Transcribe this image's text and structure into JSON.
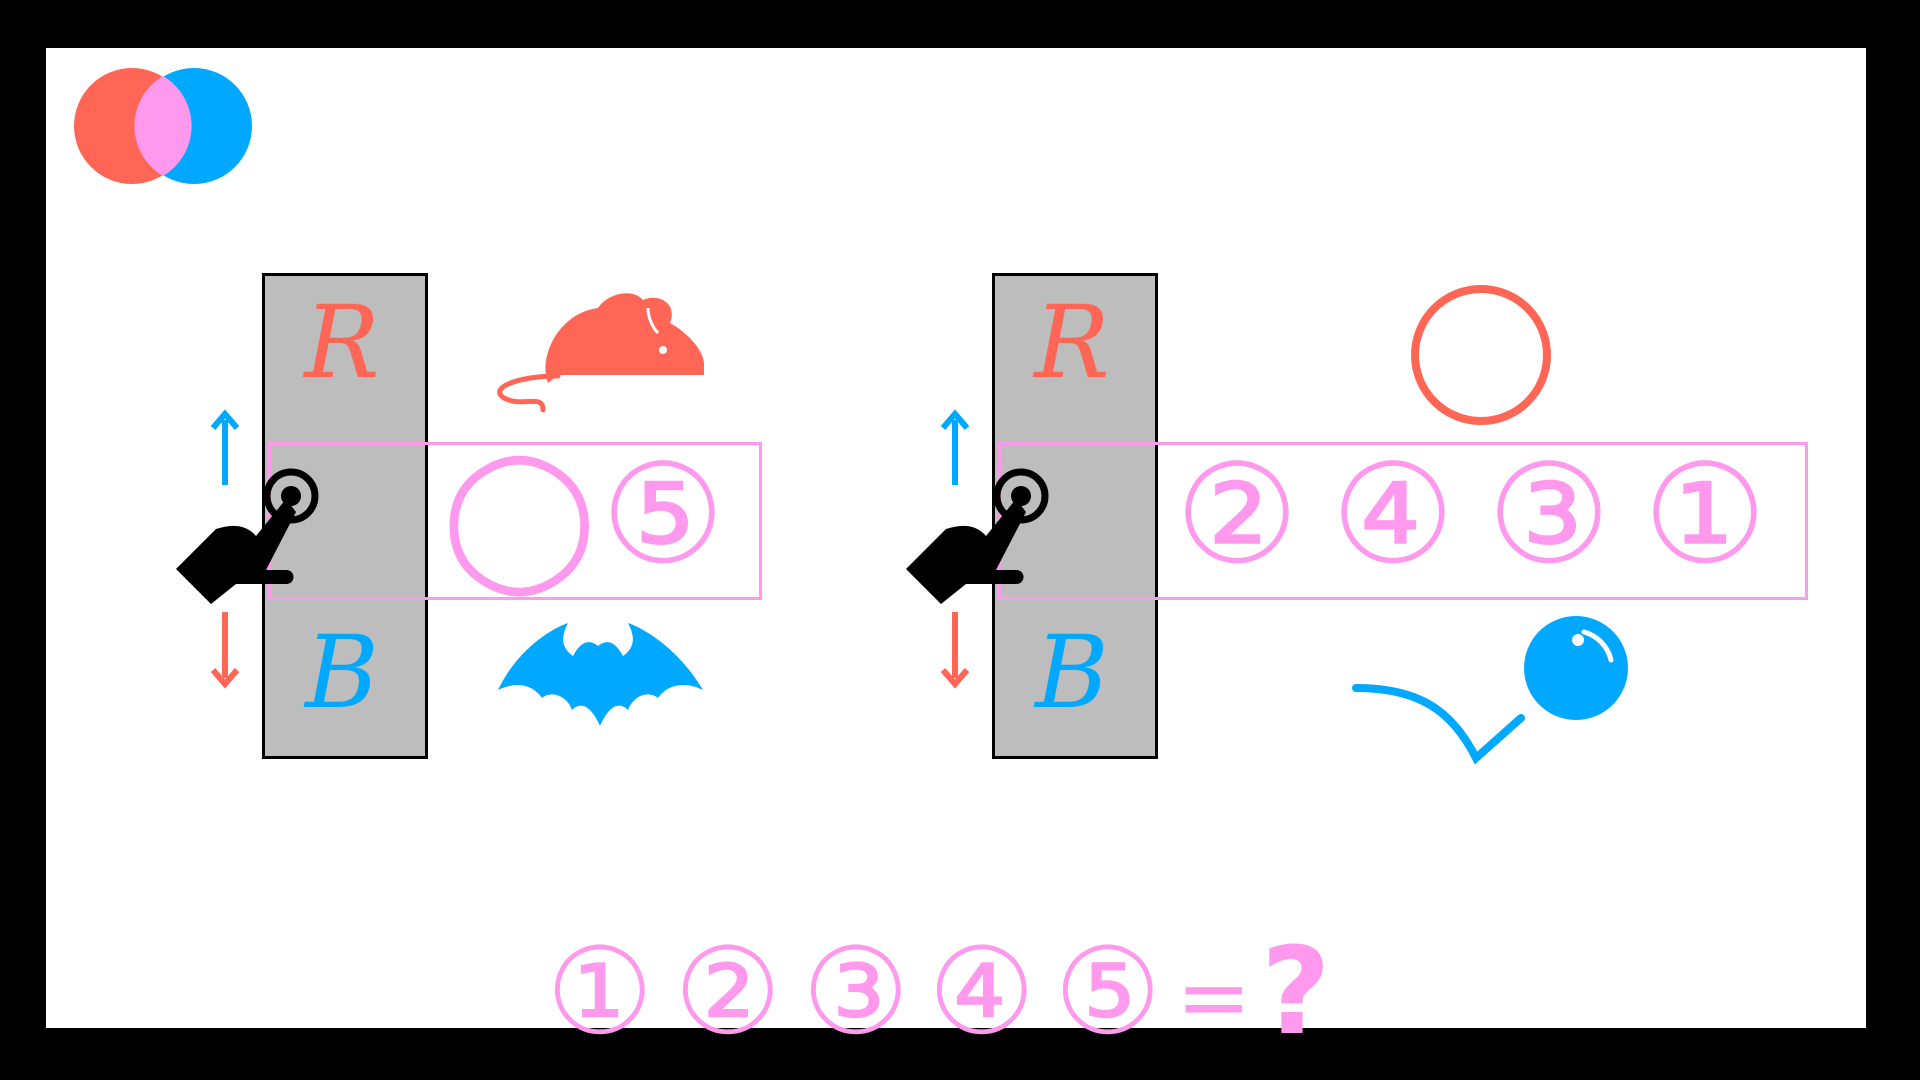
{
  "colors": {
    "red": "#ff6655",
    "blue": "#00a8ff",
    "pink": "#ff99ee",
    "overlap": "#ff99ee",
    "gray": "#bdbdbd"
  },
  "logo": {
    "icon": "venn-logo-icon"
  },
  "panels": [
    {
      "strip": {
        "top_letter": "R",
        "bottom_letter": "B"
      },
      "top_icon": "mouse-icon",
      "bottom_icon": "bat-icon",
      "slots": [
        "◯",
        "⑤"
      ],
      "hand_icon": "pointing-hand-icon",
      "arrows": {
        "up": "up-arrow-icon",
        "down": "down-arrow-icon"
      }
    },
    {
      "strip": {
        "top_letter": "R",
        "bottom_letter": "B"
      },
      "top_icon": "circle-outline-icon",
      "bottom_icon": "bouncing-ball-icon",
      "slots": [
        "②",
        "④",
        "③",
        "①"
      ],
      "hand_icon": "pointing-hand-icon",
      "arrows": {
        "up": "up-arrow-icon",
        "down": "down-arrow-icon"
      }
    }
  ],
  "equation": {
    "digits": [
      "①",
      "②",
      "③",
      "④",
      "⑤"
    ],
    "equals": "=",
    "question": "?"
  }
}
